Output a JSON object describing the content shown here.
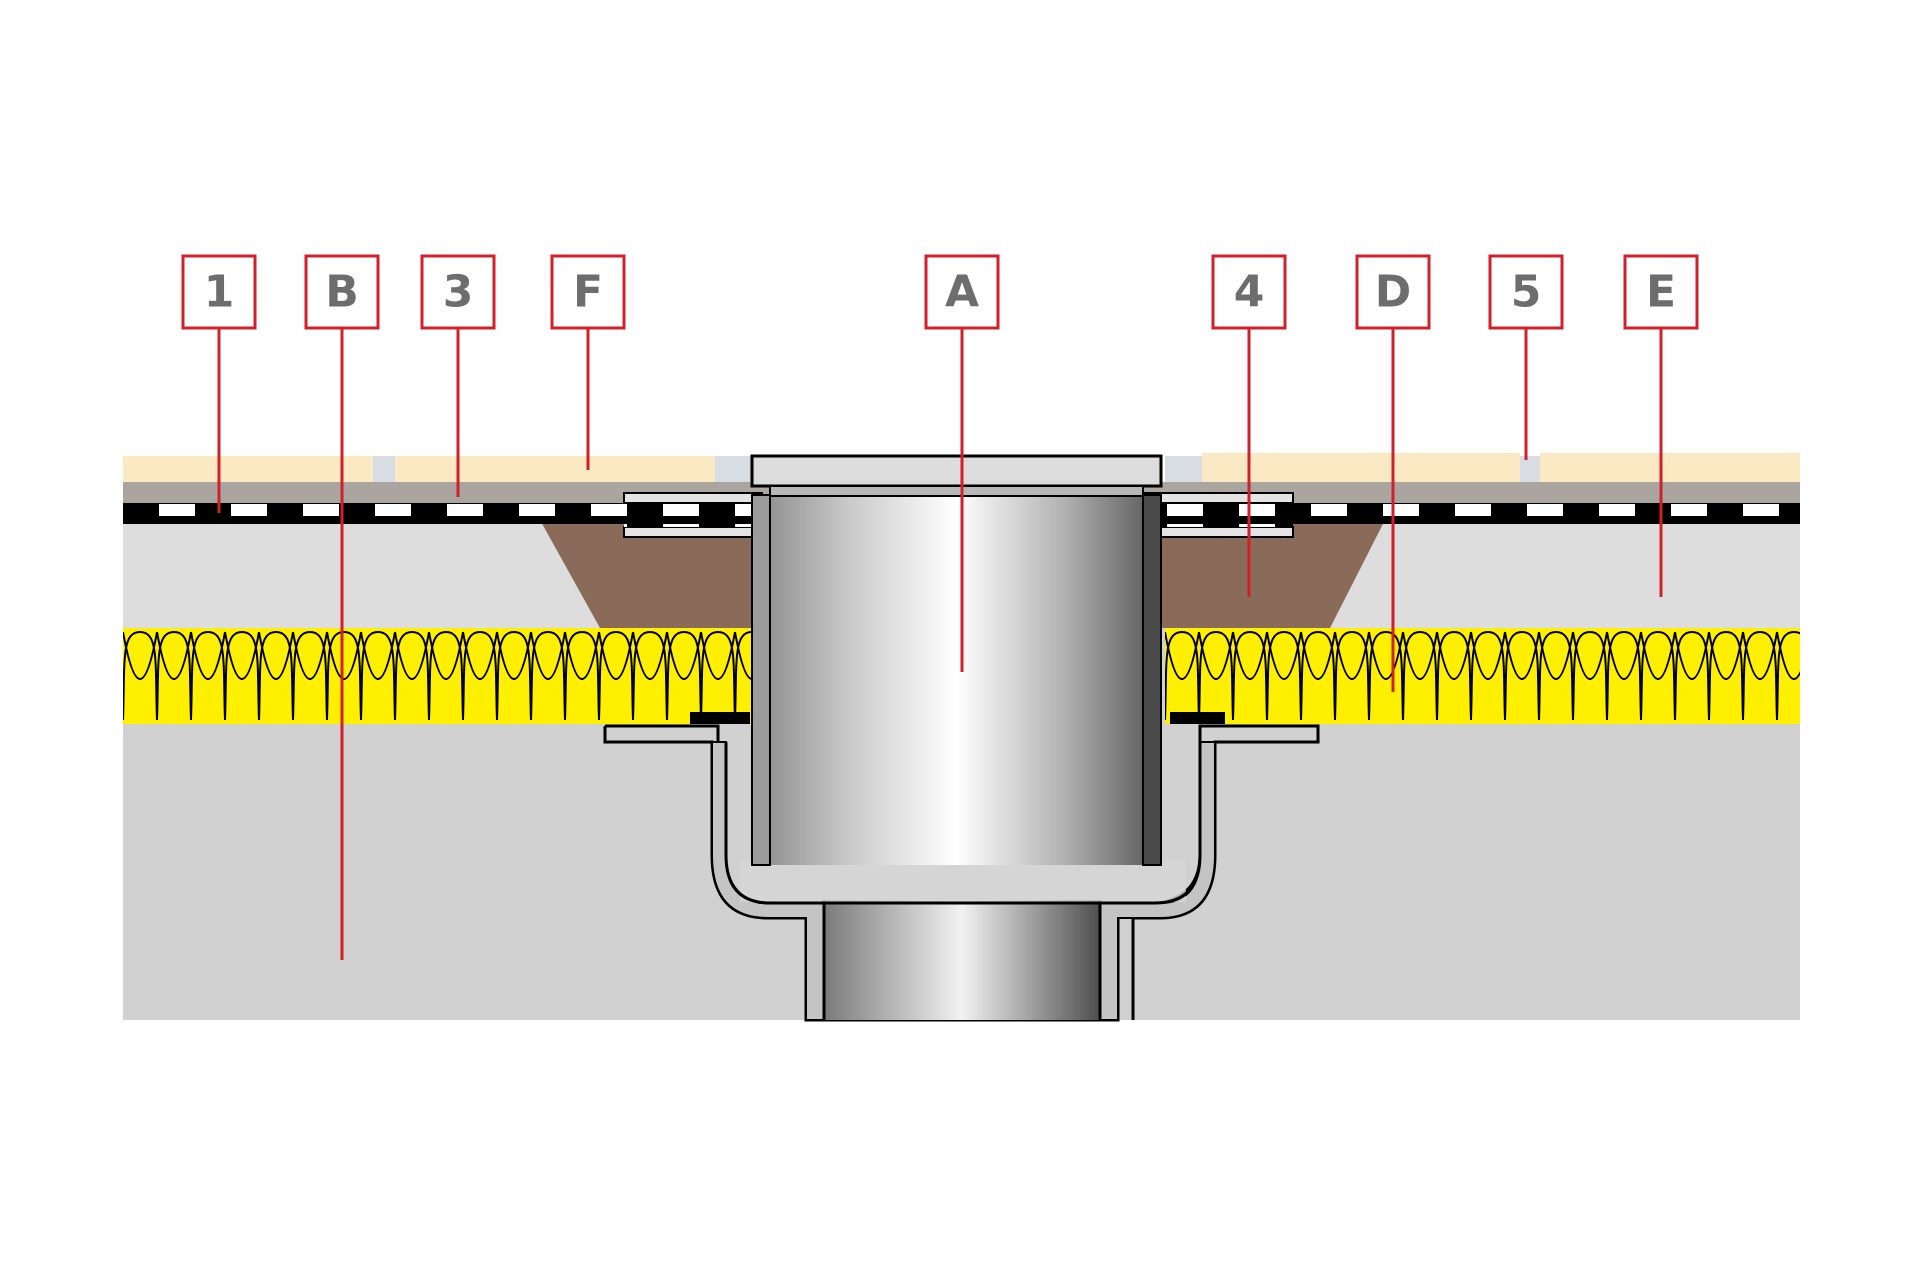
{
  "callouts": [
    {
      "id": "1",
      "label": "1"
    },
    {
      "id": "B",
      "label": "B"
    },
    {
      "id": "3",
      "label": "3"
    },
    {
      "id": "F",
      "label": "F"
    },
    {
      "id": "A",
      "label": "A"
    },
    {
      "id": "4",
      "label": "4"
    },
    {
      "id": "D",
      "label": "D"
    },
    {
      "id": "5",
      "label": "5"
    },
    {
      "id": "E",
      "label": "E"
    }
  ],
  "colors": {
    "callout_border": "#d0202a",
    "callout_text": "#6d6d6d",
    "tile": "#fbe9c4",
    "adhesive": "#aaa59f",
    "concrete": "#d1d1d1",
    "insulation": "#ffef00",
    "mortar_wedge": "#8a6a59",
    "drain_steel": "#b5b5b5"
  }
}
